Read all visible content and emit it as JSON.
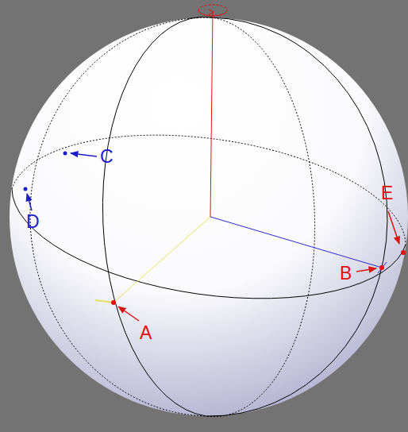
{
  "diagram": {
    "labels": [
      "C",
      "D",
      "E",
      "B",
      "A"
    ]
  }
}
